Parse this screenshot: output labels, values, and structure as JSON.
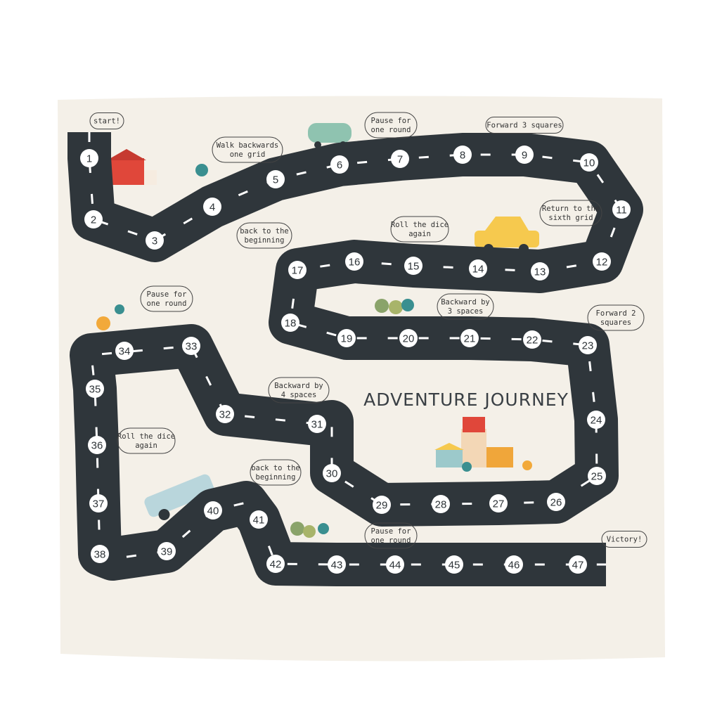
{
  "title": "ADVENTURE JOURNEY",
  "colors": {
    "road": "#2f363b",
    "mat": "#f4f0e8",
    "lane": "#ffffff",
    "house": "#e0473a",
    "taxi": "#f6c94e",
    "car": "#8fc3b0"
  },
  "tiles": [
    "1",
    "2",
    "3",
    "4",
    "5",
    "6",
    "7",
    "8",
    "9",
    "10",
    "11",
    "12",
    "13",
    "14",
    "15",
    "16",
    "17",
    "18",
    "19",
    "20",
    "21",
    "22",
    "23",
    "24",
    "25",
    "26",
    "27",
    "28",
    "29",
    "30",
    "31",
    "32",
    "33",
    "34",
    "35",
    "36",
    "37",
    "38",
    "39",
    "40",
    "41",
    "42",
    "43",
    "44",
    "45",
    "46",
    "47"
  ],
  "bubbles": [
    {
      "lines": [
        "start!"
      ]
    },
    {
      "lines": [
        "Walk backwards",
        "one grid"
      ]
    },
    {
      "lines": [
        "Pause for",
        "one round"
      ]
    },
    {
      "lines": [
        "Forward 3 squares"
      ]
    },
    {
      "lines": [
        "Return to the",
        "sixth grid"
      ]
    },
    {
      "lines": [
        "Roll the dice",
        "again"
      ]
    },
    {
      "lines": [
        "back to the",
        "beginning"
      ]
    },
    {
      "lines": [
        "Backward by",
        "3 spaces"
      ]
    },
    {
      "lines": [
        "Forward 2",
        "squares"
      ]
    },
    {
      "lines": [
        "Pause for",
        "one round"
      ]
    },
    {
      "lines": [
        "Backward by",
        "4 spaces"
      ]
    },
    {
      "lines": [
        "Roll the dice",
        "again"
      ]
    },
    {
      "lines": [
        "back to the",
        "beginning"
      ]
    },
    {
      "lines": [
        "Pause for",
        "one round"
      ]
    },
    {
      "lines": [
        "Victory!"
      ]
    }
  ]
}
